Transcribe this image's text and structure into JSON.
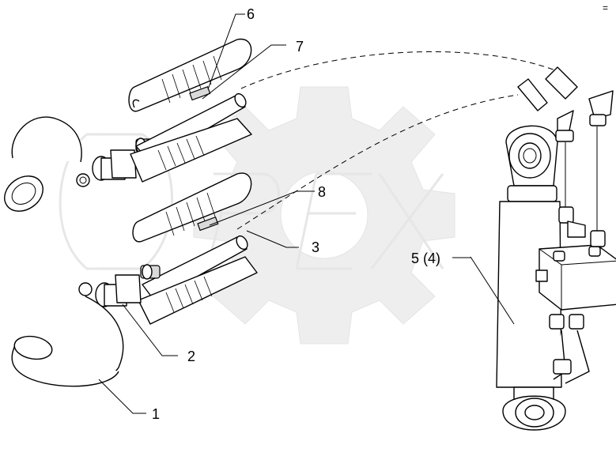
{
  "diagram": {
    "corner_mark": "=",
    "watermark_text": "OPEX",
    "callouts": [
      {
        "id": "1",
        "label": "1",
        "part": "retaining cord with cap"
      },
      {
        "id": "2",
        "label": "2",
        "part": "quick coupler"
      },
      {
        "id": "3",
        "label": "3",
        "part": "hose"
      },
      {
        "id": "4",
        "label": "5 (4)",
        "part": "hydraulic cylinder"
      },
      {
        "id": "5",
        "label": "6",
        "part": "hose grip sleeve"
      },
      {
        "id": "6",
        "label": "7",
        "part": "hose"
      },
      {
        "id": "7",
        "label": "8",
        "part": "hose"
      }
    ]
  }
}
